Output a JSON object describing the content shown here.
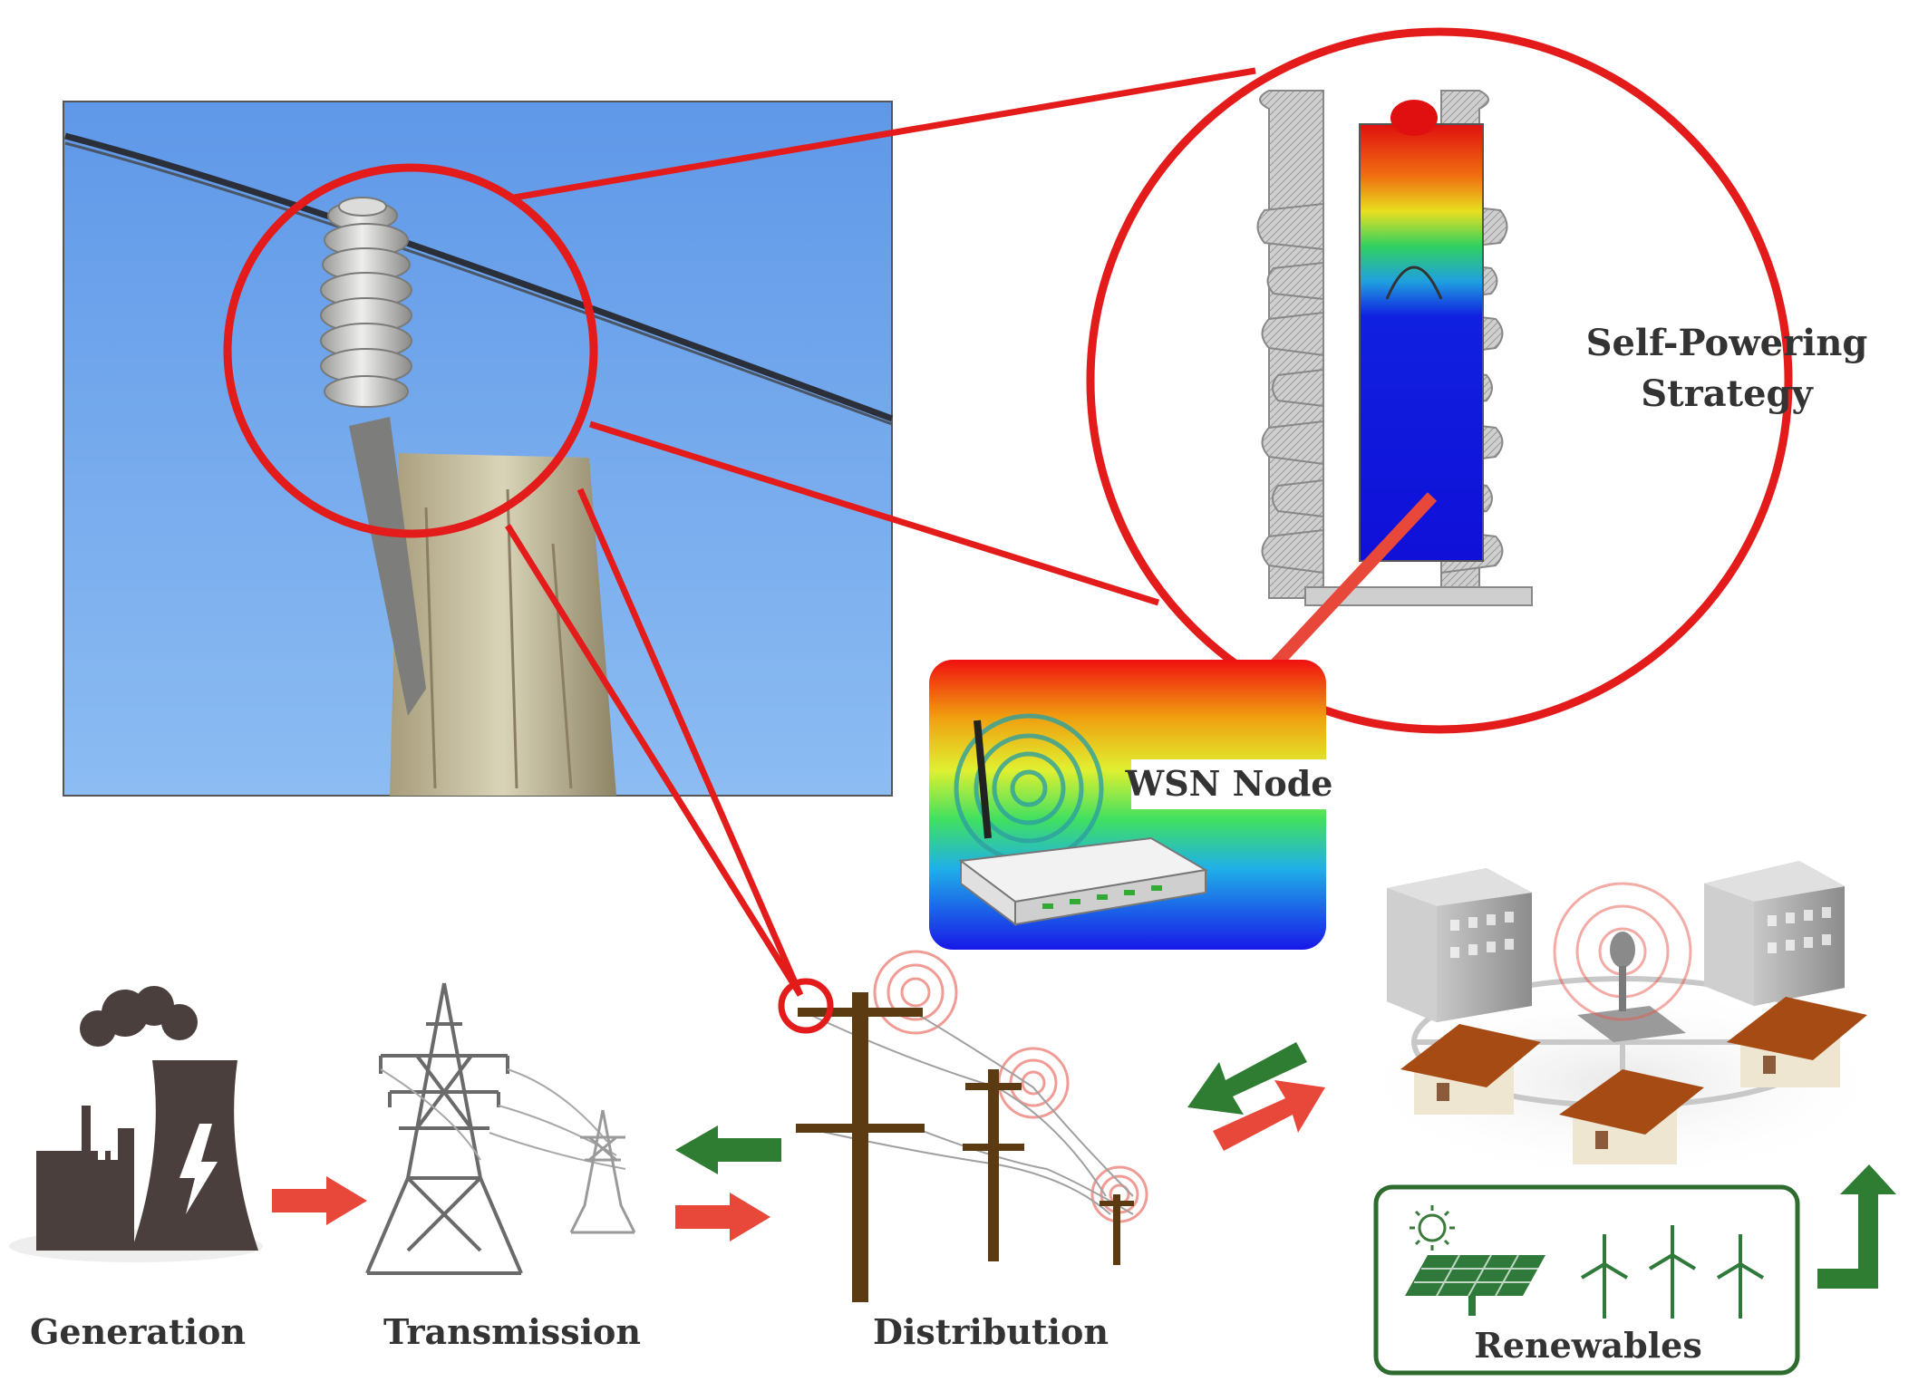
{
  "labels": {
    "self_powering_line1": "Self-Powering",
    "self_powering_line2": "Strategy",
    "wsn_node": "WSN Node",
    "generation": "Generation",
    "transmission": "Transmission",
    "distribution": "Distribution",
    "renewables": "Renewables"
  },
  "colors": {
    "highlight_red": "#e31b1b",
    "flow_red": "#e8483a",
    "flow_green": "#2e7d32",
    "renewables_box": "#2e6b2e",
    "sky_blue": "#7aaef0",
    "pole_brown": "#5c3b12",
    "label_text": "#333333"
  },
  "icons": {
    "insulator_photo": "insulator-photo",
    "insulator_cross_section": "insulator-thermal-cross-section-icon",
    "wsn_router": "wireless-router-icon",
    "power_plant": "power-plant-icon",
    "transmission_tower": "transmission-tower-icon",
    "utility_pole": "utility-pole-icon",
    "smart_city": "smart-city-icon",
    "solar_panel": "solar-panel-icon",
    "wind_turbine": "wind-turbine-icon"
  }
}
